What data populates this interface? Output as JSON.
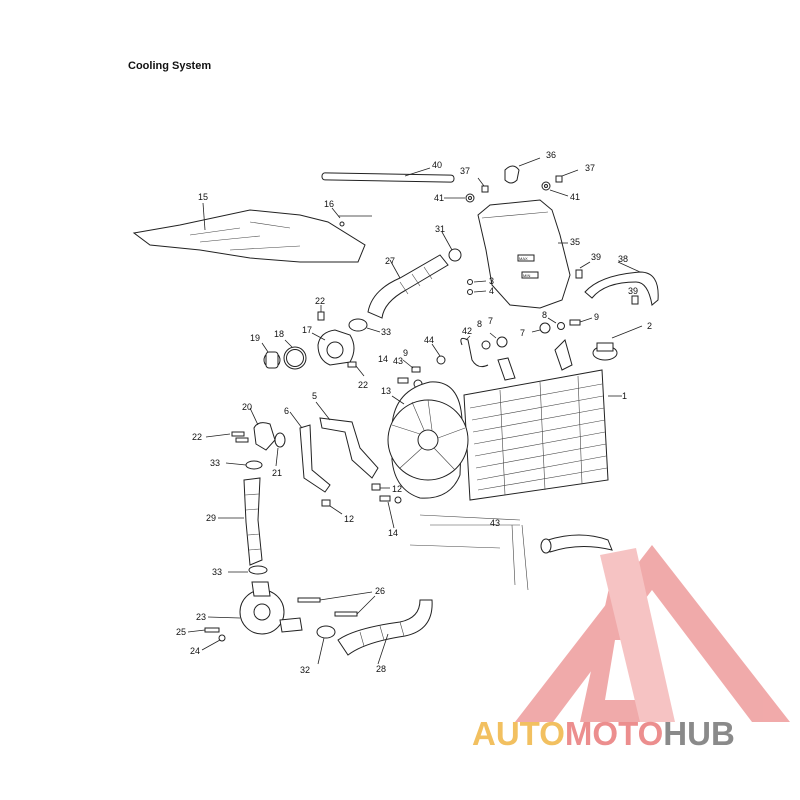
{
  "page": {
    "title": "Cooling System"
  },
  "callouts": [
    {
      "id": "c1",
      "text": "1"
    },
    {
      "id": "c2",
      "text": "2"
    },
    {
      "id": "c3",
      "text": "3"
    },
    {
      "id": "c4",
      "text": "4"
    },
    {
      "id": "c5",
      "text": "5"
    },
    {
      "id": "c6",
      "text": "6"
    },
    {
      "id": "c7a",
      "text": "7"
    },
    {
      "id": "c7b",
      "text": "7"
    },
    {
      "id": "c8a",
      "text": "8"
    },
    {
      "id": "c8b",
      "text": "8"
    },
    {
      "id": "c9a",
      "text": "9"
    },
    {
      "id": "c9b",
      "text": "9"
    },
    {
      "id": "c12a",
      "text": "12"
    },
    {
      "id": "c12b",
      "text": "12"
    },
    {
      "id": "c13",
      "text": "13"
    },
    {
      "id": "c14a",
      "text": "14"
    },
    {
      "id": "c14b",
      "text": "14"
    },
    {
      "id": "c15",
      "text": "15"
    },
    {
      "id": "c16",
      "text": "16"
    },
    {
      "id": "c17",
      "text": "17"
    },
    {
      "id": "c18",
      "text": "18"
    },
    {
      "id": "c19",
      "text": "19"
    },
    {
      "id": "c20",
      "text": "20"
    },
    {
      "id": "c21",
      "text": "21"
    },
    {
      "id": "c22a",
      "text": "22"
    },
    {
      "id": "c22b",
      "text": "22"
    },
    {
      "id": "c22c",
      "text": "22"
    },
    {
      "id": "c23",
      "text": "23"
    },
    {
      "id": "c24",
      "text": "24"
    },
    {
      "id": "c25",
      "text": "25"
    },
    {
      "id": "c26",
      "text": "26"
    },
    {
      "id": "c27",
      "text": "27"
    },
    {
      "id": "c28",
      "text": "28"
    },
    {
      "id": "c29",
      "text": "29"
    },
    {
      "id": "c31",
      "text": "31"
    },
    {
      "id": "c32",
      "text": "32"
    },
    {
      "id": "c33a",
      "text": "33"
    },
    {
      "id": "c33b",
      "text": "33"
    },
    {
      "id": "c33c",
      "text": "33"
    },
    {
      "id": "c35",
      "text": "35"
    },
    {
      "id": "c36",
      "text": "36"
    },
    {
      "id": "c37a",
      "text": "37"
    },
    {
      "id": "c37b",
      "text": "37"
    },
    {
      "id": "c38",
      "text": "38"
    },
    {
      "id": "c39a",
      "text": "39"
    },
    {
      "id": "c39b",
      "text": "39"
    },
    {
      "id": "c40",
      "text": "40"
    },
    {
      "id": "c41a",
      "text": "41"
    },
    {
      "id": "c41b",
      "text": "41"
    },
    {
      "id": "c42",
      "text": "42"
    },
    {
      "id": "c43a",
      "text": "43"
    },
    {
      "id": "c43b",
      "text": "43"
    },
    {
      "id": "c44",
      "text": "44"
    }
  ],
  "tank_labels": {
    "max": "MAX",
    "min": "MIN"
  },
  "watermark": {
    "part1": "AUTO",
    "part2": "MOTO",
    "part3": "HUB",
    "colors": {
      "auto": "#f2c060",
      "moto": "#ec8e8e",
      "hub": "#8a8a8a",
      "triangle": "#ec8e8e"
    }
  }
}
